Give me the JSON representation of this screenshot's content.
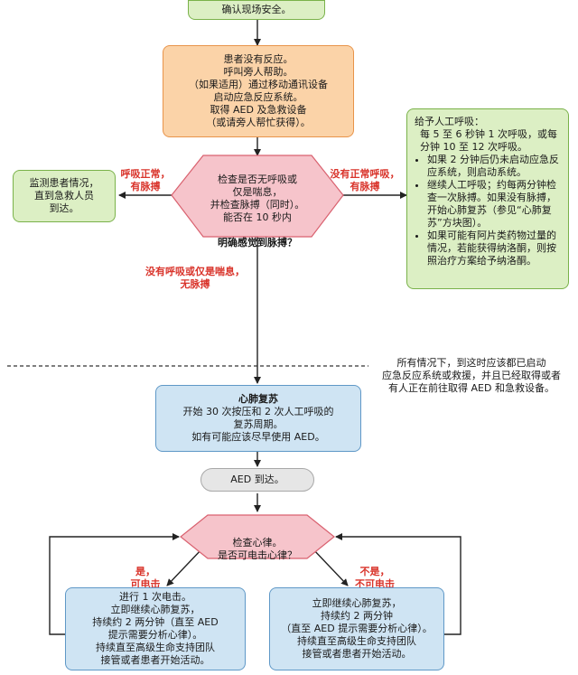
{
  "start": {
    "text": "确认现场安全。"
  },
  "step1": {
    "text": "患者没有反应。\n呼叫旁人帮助。\n（如果适用）通过移动通讯设备\n启动应急反应系统。\n取得 AED 及急救设备\n（或请旁人帮忙获得）。"
  },
  "check1": {
    "line1": "检查是否无呼吸或\n仅是喘息，\n并检查脉搏（同时）。\n能否在 10 秒内",
    "line2": "明确感觉到脉搏？"
  },
  "monitor": {
    "text": "监测患者情况，\n直到急救人员\n到达。"
  },
  "label_normal": {
    "text": "呼吸正常，\n有脉搏"
  },
  "label_abnormal": {
    "text": "没有正常呼吸，\n有脉搏"
  },
  "label_none": {
    "text": "没有呼吸或仅是喘息，\n无脉搏"
  },
  "rescue": {
    "title": "给予人工呼吸：",
    "intro": "每 5 至 6 秒钟 1 次呼吸，或每\n分钟 10 至 12 次呼吸。",
    "bullets": [
      "如果 2 分钟后仍未启动应急反应系统，则启动系统。",
      "继续人工呼吸；约每两分钟检查一次脉搏。如果没有脉搏，开始心肺复苏（参见“心肺复苏”方块图）。",
      "如果可能有阿片类药物过量的情况，若能获得纳洛酮，则按照治疗方案给予纳洛酮。"
    ]
  },
  "note": {
    "text": "所有情况下，到这时应该都已启动\n应急反应系统或救援，并且已经取得或者\n有人正在前往取得 AED 和急救设备。"
  },
  "cpr": {
    "title": "心肺复苏",
    "text": "开始 30 次按压和 2 次人工呼吸的\n复苏周期。\n如有可能应该尽早使用 AED。"
  },
  "aed": {
    "text": "AED 到达。"
  },
  "check2": {
    "text": "检查心律。\n是否可电击心律？"
  },
  "label_yes": {
    "text": "是，\n可电击"
  },
  "label_no": {
    "text": "不是，\n不可电击"
  },
  "shock": {
    "text": "进行 1 次电击。\n立即继续心肺复苏，\n持续约 2 两分钟（直至 AED\n提示需要分析心律）。\n持续直至高级生命支持团队\n接管或者患者开始活动。"
  },
  "noshock": {
    "text": "立即继续心肺复苏，\n持续约 2 两分钟\n（直至 AED 提示需要分析心律）。\n持续直至高级生命支持团队\n接管或者患者开始活动。"
  },
  "colors": {
    "green": "#dcefc4",
    "orange": "#fbd3a8",
    "blue": "#cfe4f3",
    "pink": "#f6c4cb",
    "gray": "#e6e6e6",
    "red_label": "#d9342b"
  }
}
